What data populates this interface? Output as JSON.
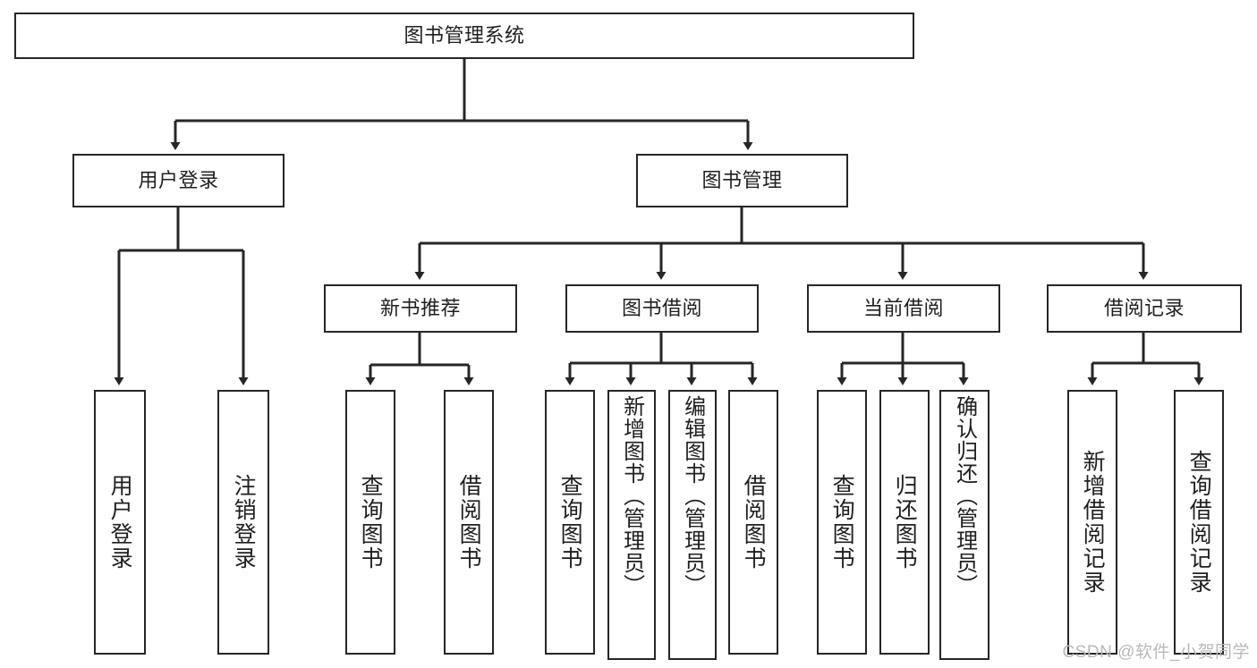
{
  "diagram": {
    "type": "tree-hierarchy-functional-decomposition",
    "title": "图书管理系统",
    "watermark": "CSDN @软件_小贺同学",
    "colors": {
      "background": "#ffffff",
      "stroke": "#262626",
      "text": "#1f1f1f",
      "watermark": "#b9b9b9"
    },
    "nodes": {
      "root": {
        "label": "图书管理系统",
        "orientation": "horizontal"
      },
      "level2": [
        {
          "id": "user-login",
          "label": "用户登录",
          "orientation": "horizontal"
        },
        {
          "id": "book-manage",
          "label": "图书管理",
          "orientation": "horizontal"
        }
      ],
      "level3": [
        {
          "id": "new-book-recommend",
          "label": "新书推荐",
          "orientation": "horizontal"
        },
        {
          "id": "book-borrow",
          "label": "图书借阅",
          "orientation": "horizontal"
        },
        {
          "id": "current-borrow",
          "label": "当前借阅",
          "orientation": "horizontal"
        },
        {
          "id": "borrow-record",
          "label": "借阅记录",
          "orientation": "horizontal"
        }
      ],
      "leaves": {
        "user-login": [
          {
            "id": "leaf-user-login",
            "label": "用户登录",
            "orientation": "vertical"
          },
          {
            "id": "leaf-logout-login",
            "label": "注销登录",
            "orientation": "vertical"
          }
        ],
        "new-book-recommend": [
          {
            "id": "leaf-query-book-1",
            "label": "查询图书",
            "orientation": "vertical"
          },
          {
            "id": "leaf-borrow-book-1",
            "label": "借阅图书",
            "orientation": "vertical"
          }
        ],
        "book-borrow": [
          {
            "id": "leaf-query-book-2",
            "label": "查询图书",
            "orientation": "vertical"
          },
          {
            "id": "leaf-add-book",
            "label": "新增图书（管理员）",
            "orientation": "vertical"
          },
          {
            "id": "leaf-edit-book",
            "label": "编辑图书（管理员）",
            "orientation": "vertical"
          },
          {
            "id": "leaf-borrow-book-2",
            "label": "借阅图书",
            "orientation": "vertical"
          }
        ],
        "current-borrow": [
          {
            "id": "leaf-query-book-3",
            "label": "查询图书",
            "orientation": "vertical"
          },
          {
            "id": "leaf-return-book",
            "label": "归还图书",
            "orientation": "vertical"
          },
          {
            "id": "leaf-confirm-return",
            "label": "确认归还（管理员）",
            "orientation": "vertical"
          }
        ],
        "borrow-record": [
          {
            "id": "leaf-add-record",
            "label": "新增借阅记录",
            "orientation": "vertical"
          },
          {
            "id": "leaf-query-record",
            "label": "查询借阅记录",
            "orientation": "vertical"
          }
        ]
      }
    }
  }
}
